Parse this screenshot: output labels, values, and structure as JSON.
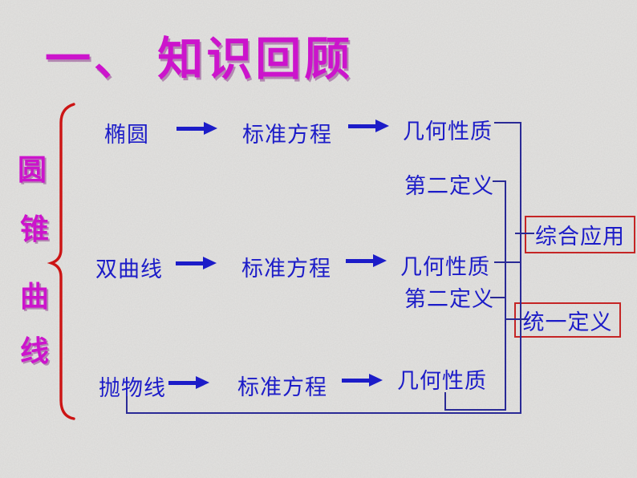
{
  "slide": {
    "title": "一、 知识回顾",
    "side_label": {
      "chars": [
        "圆",
        "锥",
        "曲",
        "线"
      ]
    }
  },
  "rows": [
    {
      "name": "椭圆",
      "equation": "标准方程",
      "properties": "几何性质"
    },
    {
      "name": "双曲线",
      "equation": "标准方程",
      "properties": "几何性质"
    },
    {
      "name": "抛物线",
      "equation": "标准方程",
      "properties": "几何性质"
    }
  ],
  "second_definitions": {
    "after_ellipse": "第二定义",
    "after_hyperbola": "第二定义"
  },
  "boxes": {
    "comprehensive_application": "综合应用",
    "unified_definition": "统一定义"
  },
  "colors": {
    "title_magenta": "#cc14cc",
    "diagram_blue": "#1c1cc8",
    "connector_blue": "#2a2a96",
    "box_red": "#c52525",
    "brace_red": "#cc1414",
    "background": "#e4e3e1"
  }
}
